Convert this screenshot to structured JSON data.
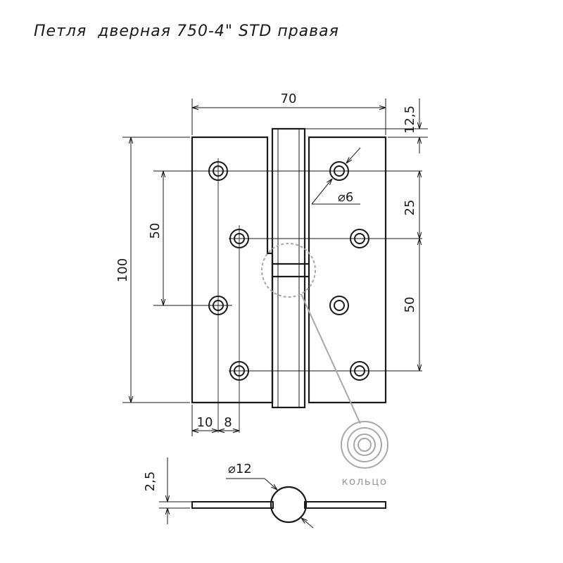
{
  "title": "Петля  дверная 750-4\" STD правая",
  "dimensions": {
    "width": "70",
    "height": "100",
    "top_offset": "12,5",
    "hole_spacing_25": "25",
    "hole_spacing_left": "50",
    "hole_spacing_right": "50",
    "hole_diameter": "⌀6",
    "edge_10": "10",
    "edge_8": "8",
    "thickness": "2,5",
    "knuckle_diameter": "⌀12"
  },
  "ring_label": "кольцо",
  "colors": {
    "line": "#1a1a1a",
    "ring": "#a8a8a8"
  }
}
